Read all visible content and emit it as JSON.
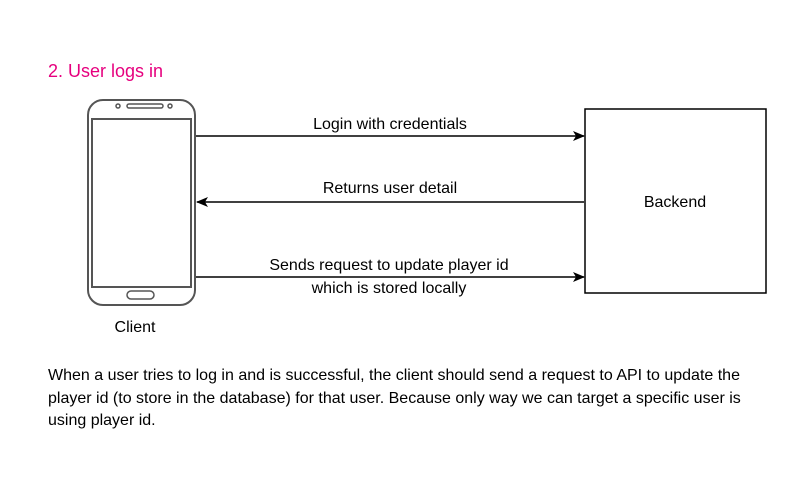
{
  "title": "2. User logs in",
  "colors": {
    "title": "#e6007e",
    "phone_stroke": "#555555",
    "phone_body": "#ffffff",
    "line": "#000000"
  },
  "client": {
    "label": "Client",
    "icon": "smartphone-icon"
  },
  "backend": {
    "label": "Backend"
  },
  "arrows": [
    {
      "direction": "client-to-backend",
      "label_lines": [
        "Login with credentials"
      ]
    },
    {
      "direction": "backend-to-client",
      "label_lines": [
        "Returns user detail"
      ]
    },
    {
      "direction": "client-to-backend",
      "label_lines": [
        "Sends request to update player id",
        "which is stored locally"
      ]
    }
  ],
  "description": "When a user tries to log in and is successful, the client should send a request to API to update the player id (to store in the database) for that user. Because only way we can target a specific user is using player id."
}
